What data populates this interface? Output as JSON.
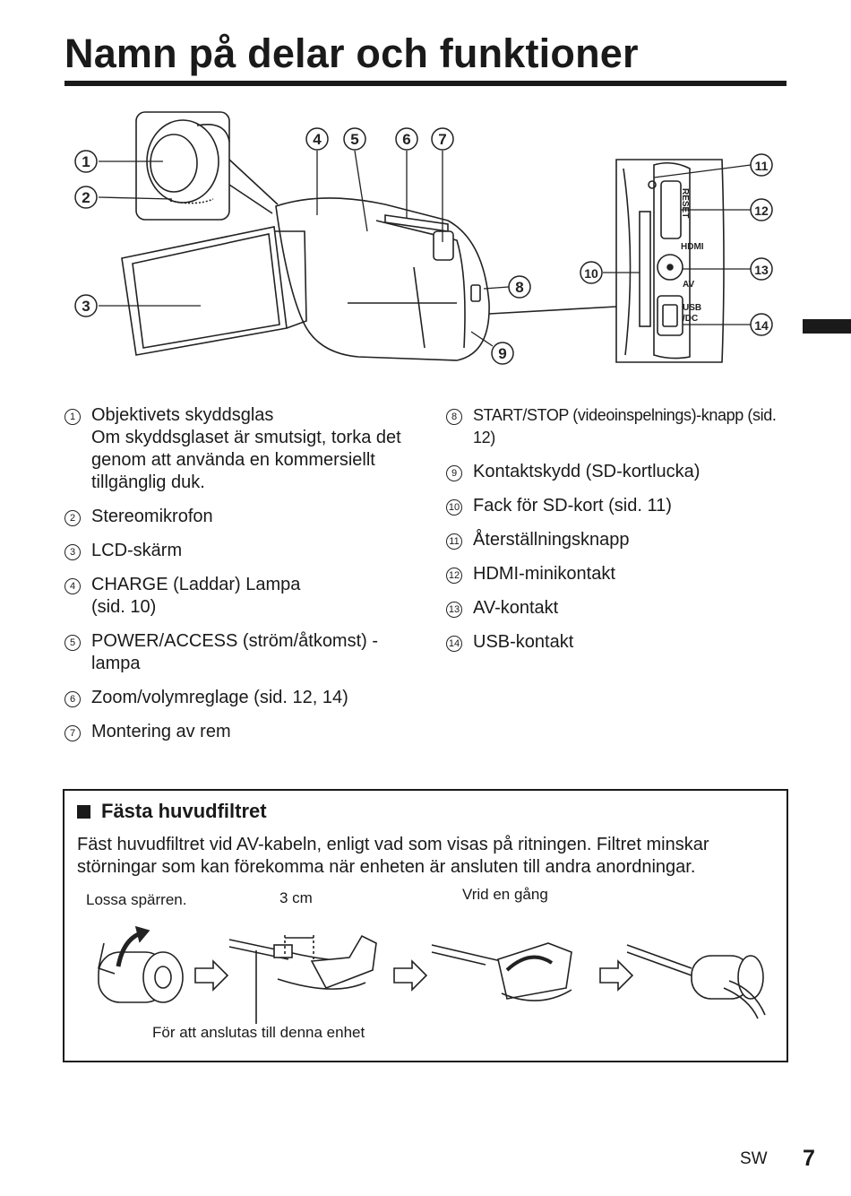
{
  "page": {
    "title": "Namn på delar och funktioner",
    "lang": "SW",
    "number": "7"
  },
  "callouts": [
    "1",
    "2",
    "3",
    "4",
    "5",
    "6",
    "7",
    "8",
    "9",
    "10",
    "11",
    "12",
    "13",
    "14"
  ],
  "port_labels": {
    "reset": "RESET",
    "hdmi": "HDMI",
    "av": "AV",
    "usb": "USB",
    "dc": "/DC"
  },
  "parts_left": [
    {
      "num": "1",
      "text": "Objektivets skyddsglas",
      "note": "Om skyddsglaset är smutsigt, torka det genom att använda en kommersiellt tillgänglig duk."
    },
    {
      "num": "2",
      "text": "Stereomikrofon"
    },
    {
      "num": "3",
      "text": "LCD-skärm"
    },
    {
      "num": "4",
      "text": "CHARGE (Laddar) Lampa (sid. 10)"
    },
    {
      "num": "5",
      "text": "POWER/ACCESS (ström/åtkomst) -lampa"
    },
    {
      "num": "6",
      "text": "Zoom/volymreglage (sid. 12, 14)"
    },
    {
      "num": "7",
      "text": "Montering av rem"
    }
  ],
  "parts_right": [
    {
      "num": "8",
      "text": "START/STOP (videoinspelnings)-knapp (sid. 12)"
    },
    {
      "num": "9",
      "text": "Kontaktskydd (SD-kortlucka)"
    },
    {
      "num": "10",
      "text": "Fack för SD-kort (sid. 11)"
    },
    {
      "num": "11",
      "text": "Återställningsknapp"
    },
    {
      "num": "12",
      "text": "HDMI-minikontakt"
    },
    {
      "num": "13",
      "text": "AV-kontakt"
    },
    {
      "num": "14",
      "text": "USB-kontakt"
    }
  ],
  "filter": {
    "heading": "Fästa huvudfiltret",
    "description": "Fäst huvudfiltret vid AV-kabeln, enligt vad som visas på ritningen. Filtret minskar störningar som kan förekomma när enheten är ansluten till andra anordningar.",
    "label_unlock": "Lossa spärren.",
    "label_distance": "3 cm",
    "label_wrap": "Vrid en gång",
    "label_connect": "För att anslutas till denna enhet"
  }
}
